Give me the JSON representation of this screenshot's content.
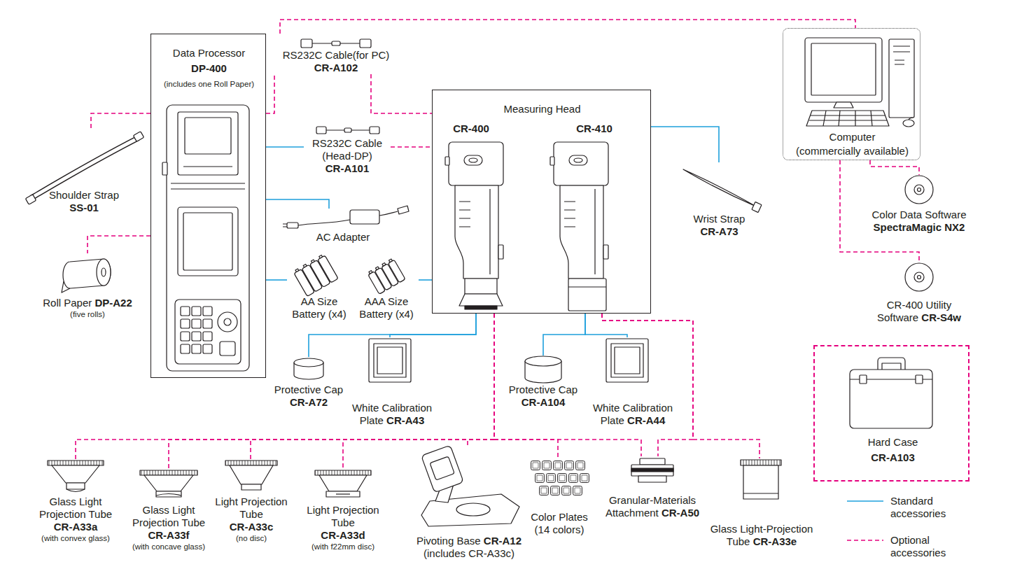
{
  "diagram": {
    "nodes": [
      {
        "text": [
          "Data Processor",
          "DP-400",
          "(includes one Roll Paper)"
        ]
      },
      {
        "text": [
          "RS232C Cable(for PC)",
          "CR-A102"
        ]
      },
      {
        "text": [
          "Measuring Head",
          "CR-400",
          "CR-410"
        ]
      },
      {
        "text": [
          "Computer",
          "(commercially available)"
        ]
      },
      {
        "text": [
          "Shoulder Strap",
          "SS-01"
        ]
      },
      {
        "text": [
          "RS232C Cable (Head-DP)",
          "CR-A101"
        ]
      },
      {
        "text": [
          "AC Adapter"
        ]
      },
      {
        "text": [
          "Wrist Strap",
          "CR-A73"
        ]
      },
      {
        "text": [
          "Color Data Software",
          "SpectraMagic NX2"
        ]
      },
      {
        "text": [
          "Roll Paper",
          "DP-A22",
          "(five rolls)"
        ]
      },
      {
        "text": [
          "AA Size Battery (x4)"
        ]
      },
      {
        "text": [
          "AAA Size Battery (x4)"
        ]
      },
      {
        "text": [
          "CR-400 Utility Software",
          "CR-S4w"
        ]
      },
      {
        "text": [
          "Hard Case",
          "CR-A103"
        ]
      },
      {
        "text": [
          "Protective Cap",
          "CR-A72"
        ]
      },
      {
        "text": [
          "White Calibration Plate",
          "CR-A43"
        ]
      },
      {
        "text": [
          "Protective Cap",
          "CR-A104"
        ]
      },
      {
        "text": [
          "White Calibration Plate",
          "CR-A44"
        ]
      },
      {
        "text": [
          "Glass Light Projection Tube",
          "CR-A33a",
          "(with convex glass)"
        ]
      },
      {
        "text": [
          "Glass Light Projection Tube",
          "CR-A33f",
          "(with concave glass)"
        ]
      },
      {
        "text": [
          "Light Projection Tube",
          "CR-A33c",
          "(no disc)"
        ]
      },
      {
        "text": [
          "Light Projection Tube",
          "CR-A33d",
          "(with f22mm disc)"
        ]
      },
      {
        "text": [
          "Pivoting Base",
          "CR-A12",
          "(includes CR-A33c)"
        ]
      },
      {
        "text": [
          "Color Plates (14 colors)"
        ]
      },
      {
        "text": [
          "Granular-Materials Attachment",
          "CR-A50"
        ]
      },
      {
        "text": [
          "Glass Light-Projection Tube",
          "CR-A33e"
        ]
      }
    ],
    "edges": [
      {
        "from": 0,
        "to": 4,
        "arrow": "none"
      },
      {
        "from": 0,
        "to": 9,
        "arrow": "none"
      },
      {
        "from": 0,
        "to": 1,
        "arrow": "none"
      },
      {
        "from": 1,
        "to": 2,
        "arrow": "none"
      },
      {
        "from": 1,
        "to": 3,
        "arrow": "none"
      },
      {
        "from": 0,
        "to": 5,
        "arrow": "none"
      },
      {
        "from": 5,
        "to": 2,
        "arrow": "none"
      },
      {
        "from": 0,
        "to": 6,
        "arrow": "none"
      },
      {
        "from": 0,
        "to": 10,
        "arrow": "none"
      },
      {
        "from": 2,
        "to": 11,
        "arrow": "none"
      },
      {
        "from": 2,
        "to": 7,
        "arrow": "none"
      },
      {
        "from": 3,
        "to": 8,
        "arrow": "none"
      },
      {
        "from": 3,
        "to": 12,
        "arrow": "none"
      },
      {
        "from": 2,
        "to": 14,
        "arrow": "none"
      },
      {
        "from": 2,
        "to": 15,
        "arrow": "none"
      },
      {
        "from": 2,
        "to": 16,
        "arrow": "none"
      },
      {
        "from": 2,
        "to": 17,
        "arrow": "none"
      },
      {
        "from": 2,
        "to": 18,
        "arrow": "none"
      },
      {
        "from": 2,
        "to": 19,
        "arrow": "none"
      },
      {
        "from": 2,
        "to": 20,
        "arrow": "none"
      },
      {
        "from": 2,
        "to": 21,
        "arrow": "none"
      },
      {
        "from": 2,
        "to": 22,
        "arrow": "none"
      },
      {
        "from": 2,
        "to": 23,
        "arrow": "none"
      },
      {
        "from": 2,
        "to": 24,
        "arrow": "none"
      },
      {
        "from": 2,
        "to": 24,
        "arrow": "none"
      },
      {
        "from": 2,
        "to": 25,
        "arrow": "none"
      }
    ],
    "legend": [
      {
        "text": "Standard accessories"
      },
      {
        "text": "Optional accessories"
      }
    ]
  }
}
